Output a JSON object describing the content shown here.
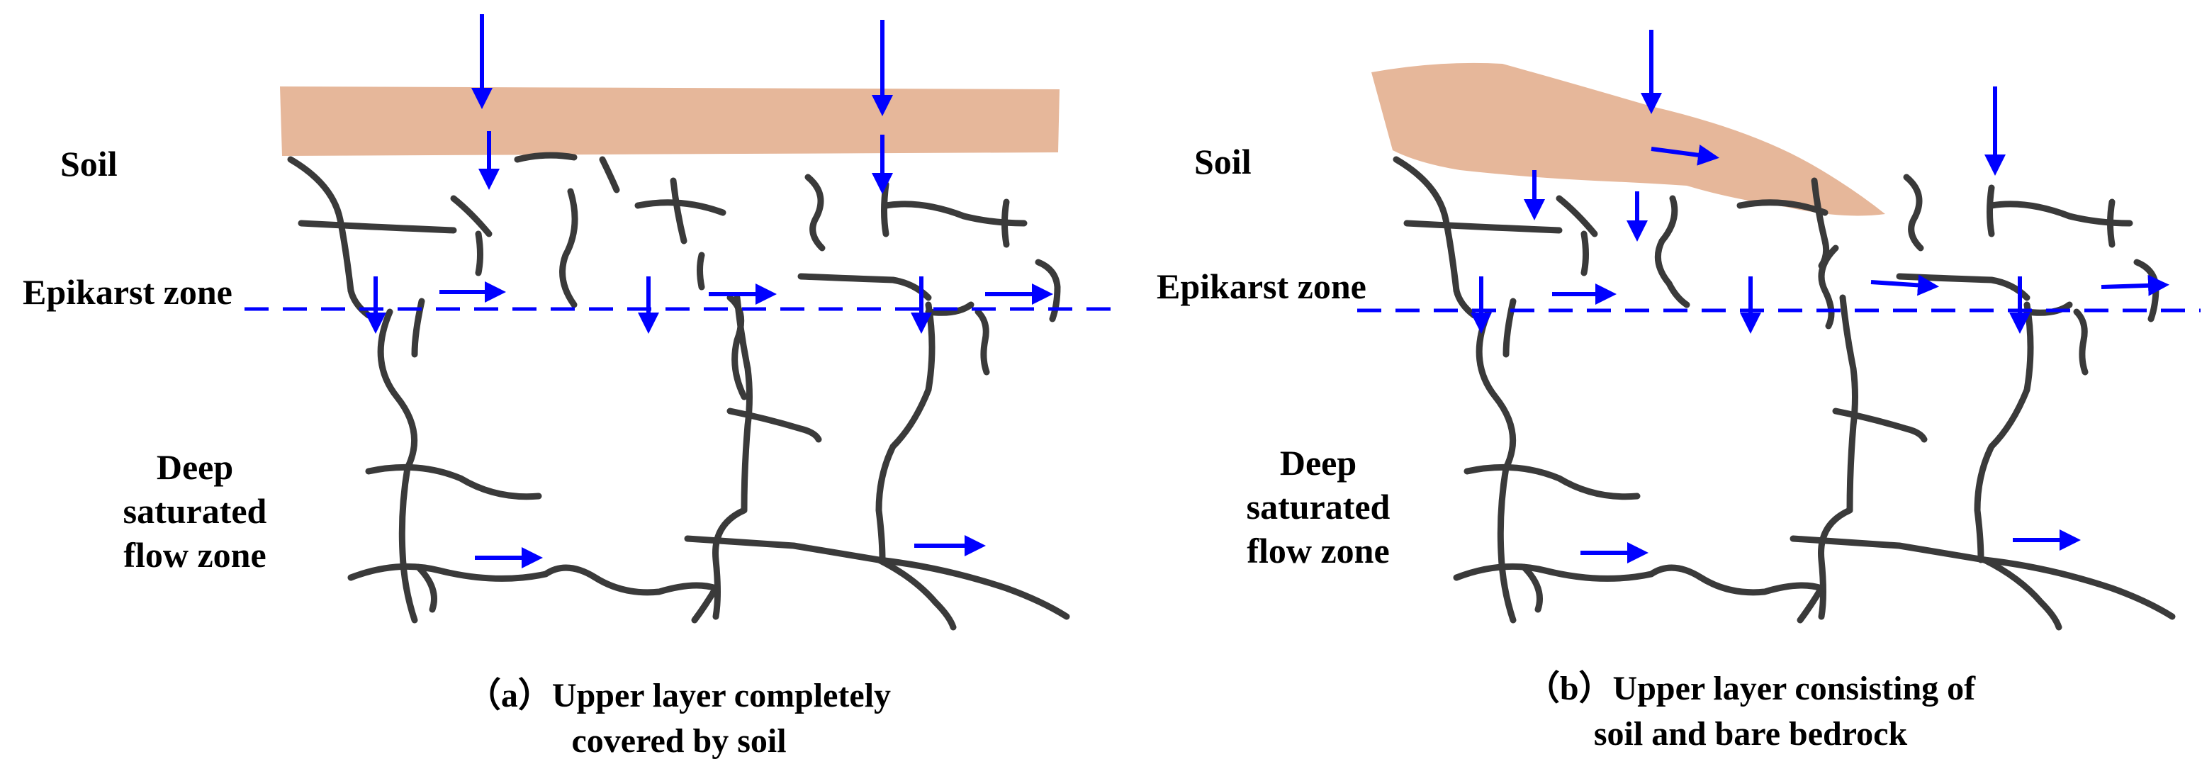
{
  "colors": {
    "soil": "#e6b79a",
    "fracture": "#3a3a3a",
    "flow_arrow": "#0000ff",
    "boundary_line": "#0000ff"
  },
  "panels": [
    {
      "id": "a",
      "labels": {
        "soil": "Soil",
        "epikarst": "Epikarst zone",
        "deep": [
          "Deep",
          "saturated",
          "flow zone"
        ]
      },
      "caption": [
        "（a）Upper layer completely",
        "covered by soil"
      ]
    },
    {
      "id": "b",
      "labels": {
        "soil": "Soil",
        "epikarst": "Epikarst zone",
        "deep": [
          "Deep",
          "saturated",
          "flow zone"
        ]
      },
      "caption": [
        "（b）Upper layer consisting of",
        "soil and bare bedrock"
      ]
    }
  ]
}
